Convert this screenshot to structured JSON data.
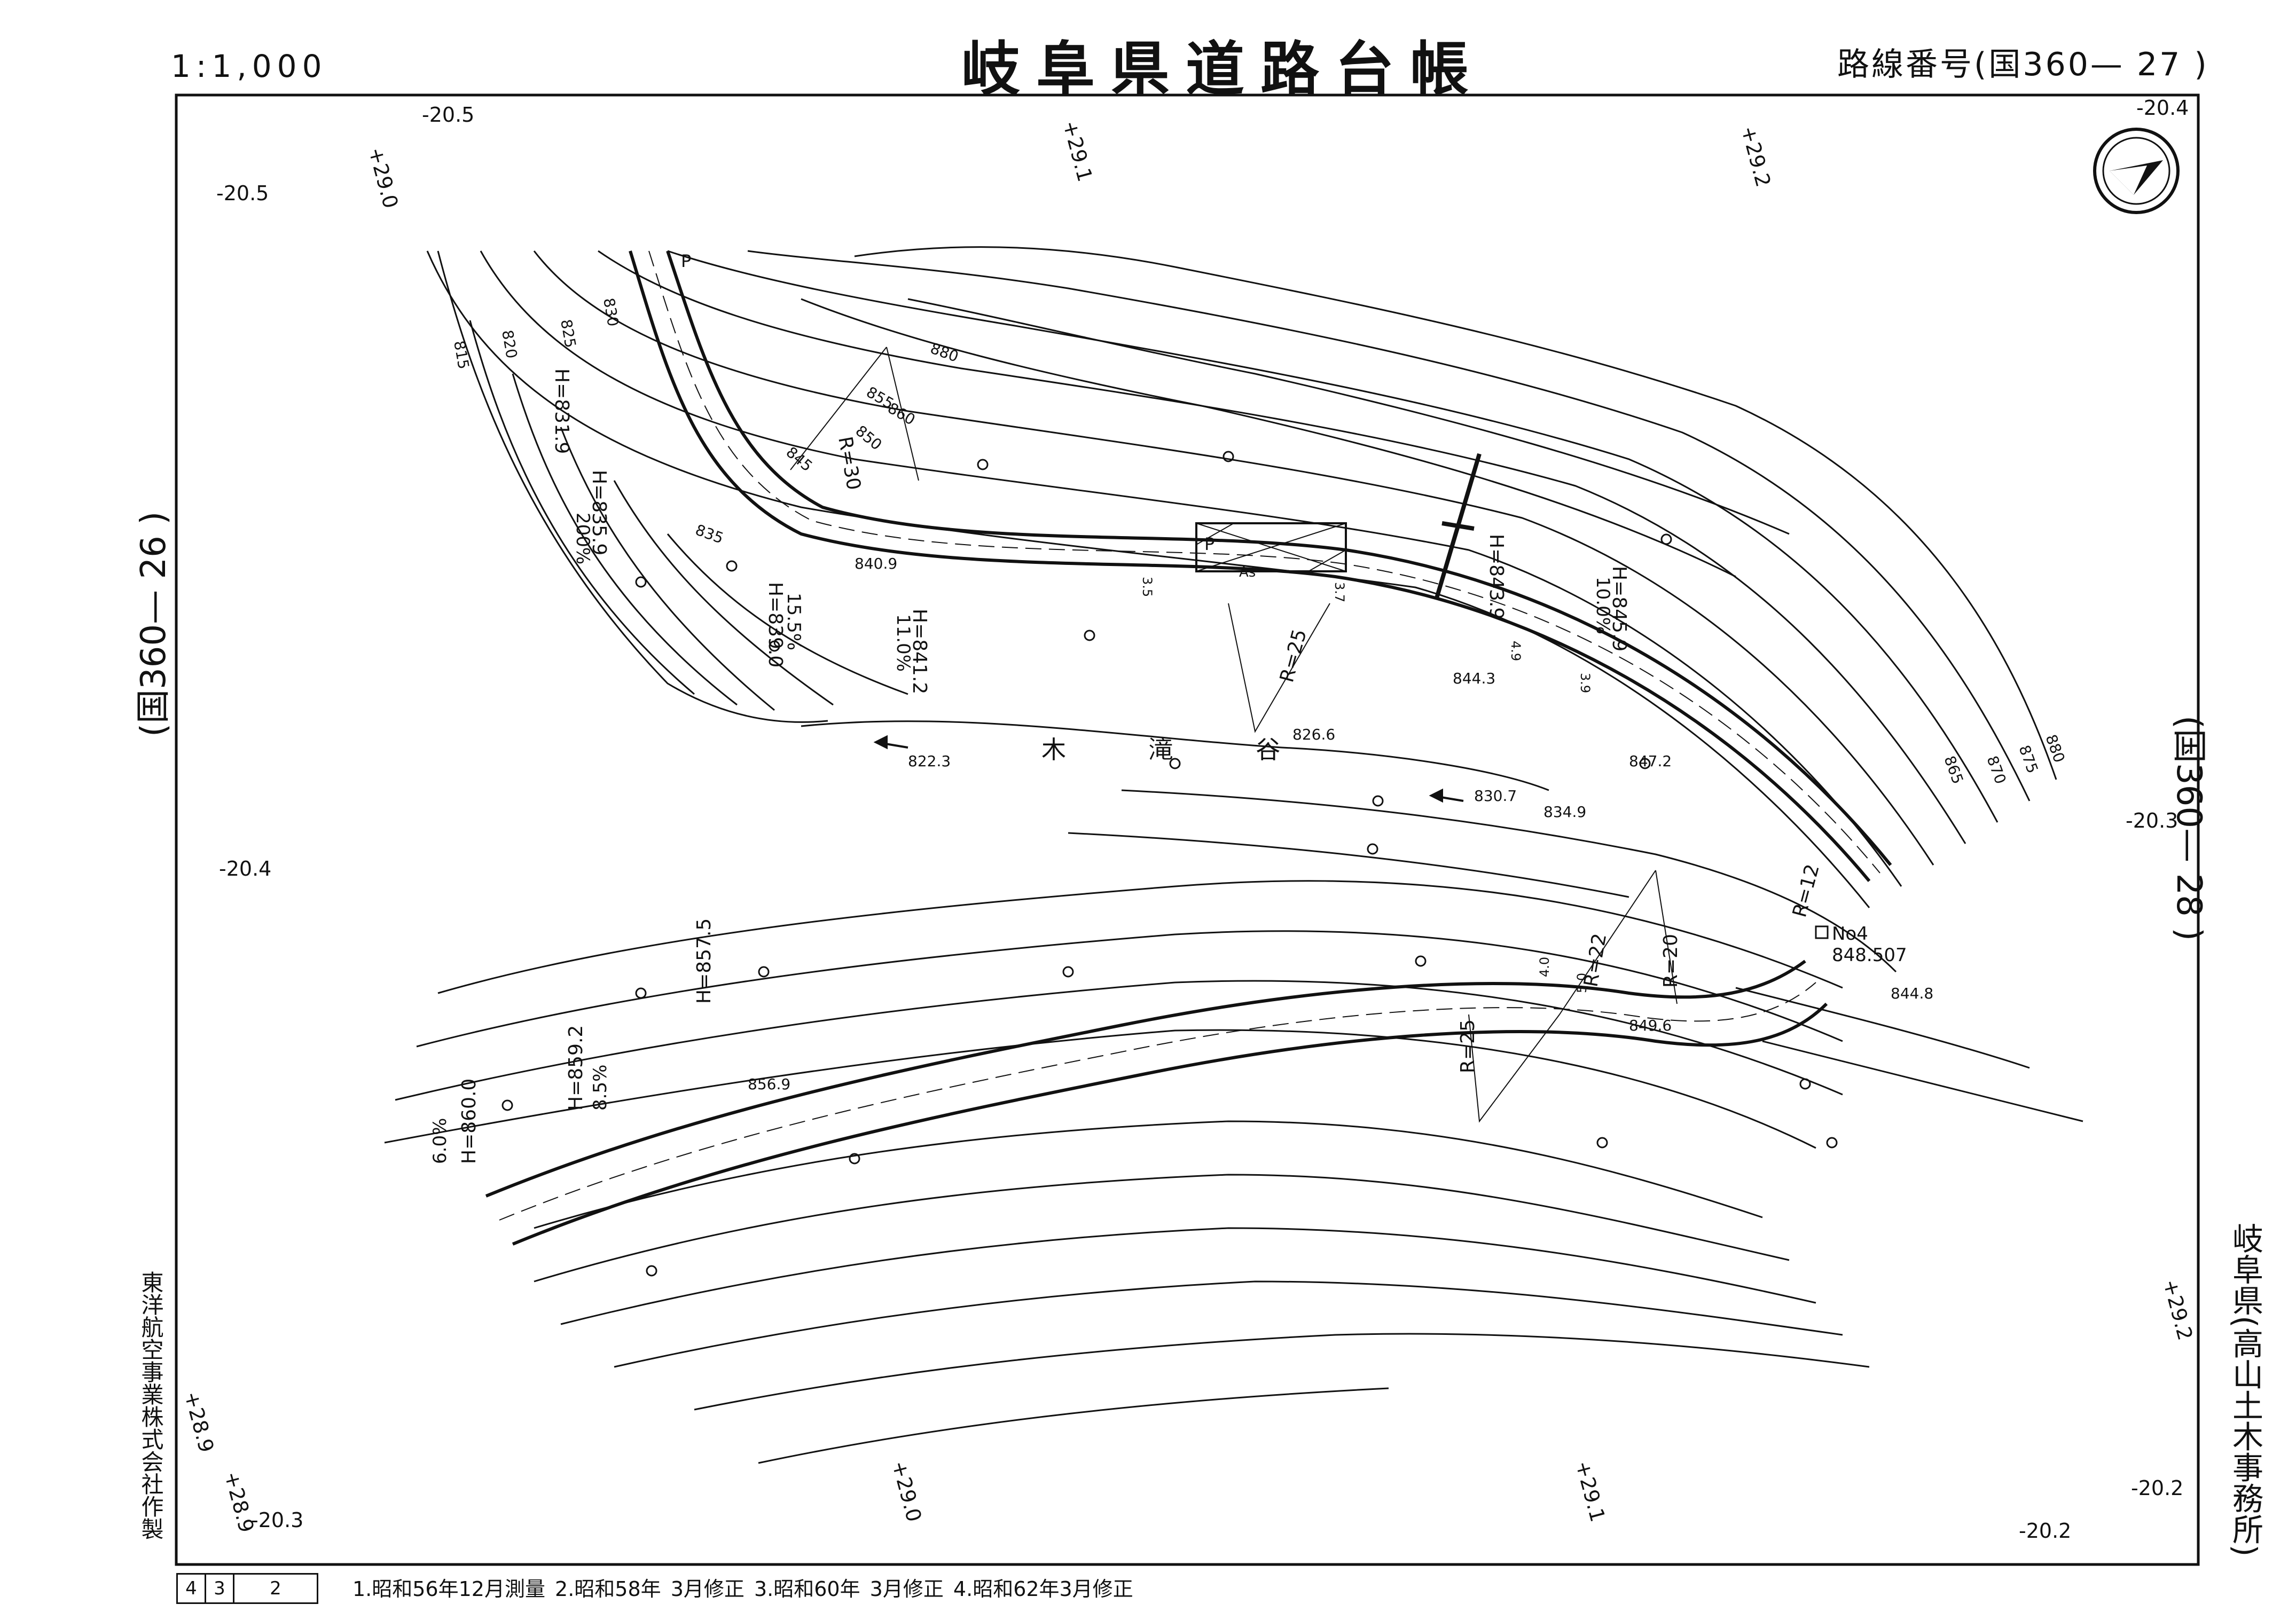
{
  "header": {
    "title": "岐阜県道路台帳",
    "scale": "1:1,000",
    "route_number": "路線番号(国360— 27 )"
  },
  "margins": {
    "left_adjacent": "(国360— 26 )",
    "right_adjacent": "(国360— 28 )",
    "office": "岐阜県(高山土木事務所)",
    "company": "東洋航空事業株式会社作製"
  },
  "footer": {
    "sheet_cells": [
      "4",
      "3",
      "2"
    ],
    "history": "1.昭和56年12月測量  2.昭和58年 3月修正  3.昭和60年 3月修正  4.昭和62年3月修正"
  },
  "map": {
    "grid_labels": [
      "-20.5",
      "+29.0",
      "+29.1",
      "+29.2",
      "-20.4",
      "-20.3",
      "+28.9",
      "-20.2"
    ],
    "stream_name": "木 滝 谷",
    "elevations": [
      "840.9",
      "844.3",
      "847.2",
      "826.6",
      "822.3",
      "830.7",
      "834.9",
      "849.6",
      "856.9",
      "844.8",
      "848.507"
    ],
    "road_heights": [
      "H=831.9",
      "H=835.9",
      "H=839.0",
      "H=841.2",
      "H=843.9",
      "H=845.9",
      "H=857.5",
      "H=859.2",
      "H=860.0"
    ],
    "grades": [
      "200%",
      "15.5%",
      "11.0%",
      "10.0%",
      "8.5%",
      "6.0%"
    ],
    "radii": [
      "R=30",
      "R=25",
      "R=12",
      "R=22",
      "R=20",
      "R=25"
    ],
    "contour_labels": [
      "815",
      "820",
      "825",
      "830",
      "835",
      "845",
      "850",
      "855",
      "860",
      "865",
      "870",
      "875",
      "880"
    ],
    "benchmark": "No4",
    "markers": [
      "P",
      "As"
    ],
    "widths": [
      "3.5",
      "3.7",
      "4.9",
      "3.9",
      "5.0",
      "4.0"
    ],
    "north_arrow": "north-arrow-icon"
  }
}
